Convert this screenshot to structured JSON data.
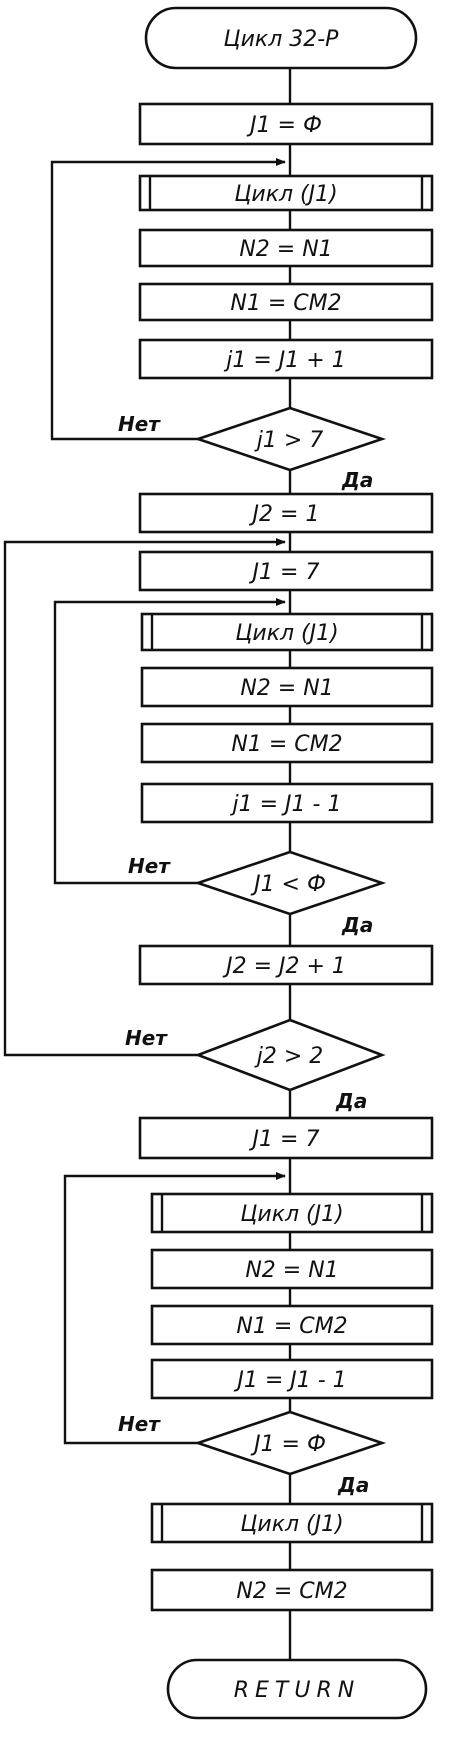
{
  "flowchart": {
    "start": "Цикл 32-Р",
    "nodes": [
      "J1 = Ф",
      "Цикл (J1)",
      "N2 = N1",
      "N1 = CM2",
      "j1 = J1 + 1",
      "j1 > 7",
      "J2 = 1",
      "J1 = 7",
      "Цикл (J1)",
      "N2 = N1",
      "N1 = CM2",
      "j1 = J1 - 1",
      "J1 < Ф",
      "J2 = J2 + 1",
      "j2 > 2",
      "J1 = 7",
      "Цикл (J1)",
      "N2 = N1",
      "N1 = CM2",
      "J1 = J1 - 1",
      "J1 = Ф",
      "Цикл (J1)",
      "N2 = CM2"
    ],
    "end": "RETURN",
    "yes_label": "Да",
    "no_label": "Нет"
  }
}
